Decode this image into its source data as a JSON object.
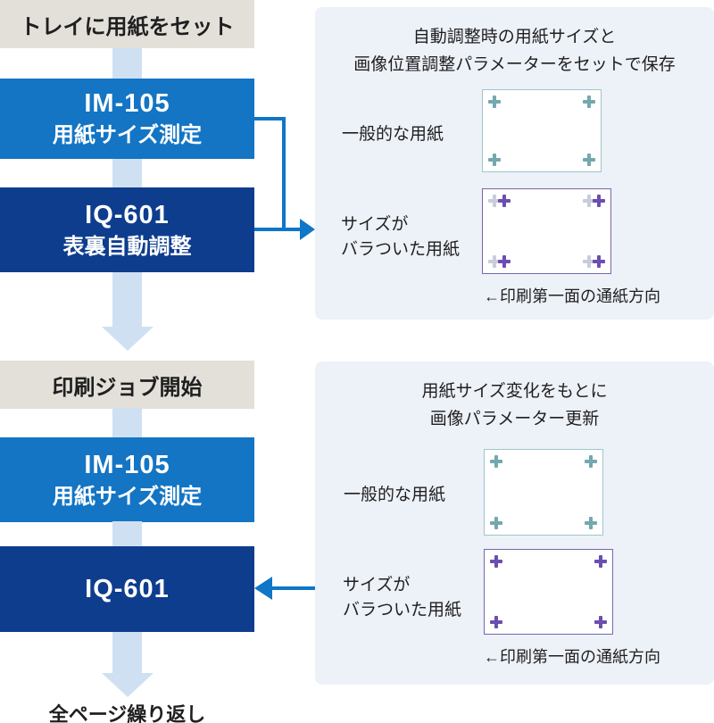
{
  "colors": {
    "primary_blue": "#1375c4",
    "dark_blue": "#0e3d8e",
    "flow_arrow_light_blue": "#cfe0f3",
    "connector_blue": "#0f76c8",
    "step_gray": "#e3e0da",
    "panel_bg": "#edf1f8",
    "teal_mark": "#74a8ae",
    "teal_card_border": "#9fc6ca",
    "purple_mark": "#6a4fb0",
    "purple_card_border": "#7568ac",
    "ghost_mark": "#c9cdd9",
    "text_dark": "#1f1f1f"
  },
  "flow": {
    "step_tray": "トレイに用紙をセット",
    "im105_1_line1": "IM-105",
    "im105_1_line2": "用紙サイズ測定",
    "iq601_1_line1": "IQ-601",
    "iq601_1_line2": "表裏自動調整",
    "step_job": "印刷ジョブ開始",
    "im105_2_line1": "IM-105",
    "im105_2_line2": "用紙サイズ測定",
    "iq601_2_label": "IQ-601",
    "repeat_label": "全ページ繰り返し"
  },
  "panel_save": {
    "title_line1": "自動調整時の用紙サイズと",
    "title_line2": "画像位置調整パラメーターをセットで保存",
    "normal_paper_label": "一般的な用紙",
    "varied_paper_label_line1": "サイズが",
    "varied_paper_label_line2": "バラついた用紙",
    "feed_direction_caption": "←印刷第一面の通紙方向"
  },
  "panel_update": {
    "title_line1": "用紙サイズ変化をもとに",
    "title_line2": "画像パラメーター更新",
    "normal_paper_label": "一般的な用紙",
    "varied_paper_label_line1": "サイズが",
    "varied_paper_label_line2": "バラついた用紙",
    "feed_direction_caption": "←印刷第一面の通紙方向"
  }
}
